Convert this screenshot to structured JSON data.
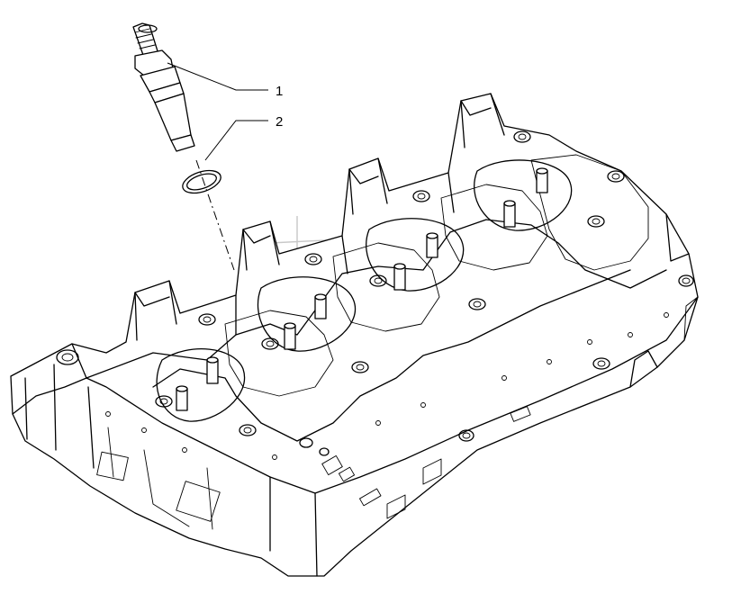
{
  "diagram": {
    "callouts": [
      {
        "number": "1",
        "part": "injector"
      },
      {
        "number": "2",
        "part": "sealing-ring"
      }
    ]
  }
}
